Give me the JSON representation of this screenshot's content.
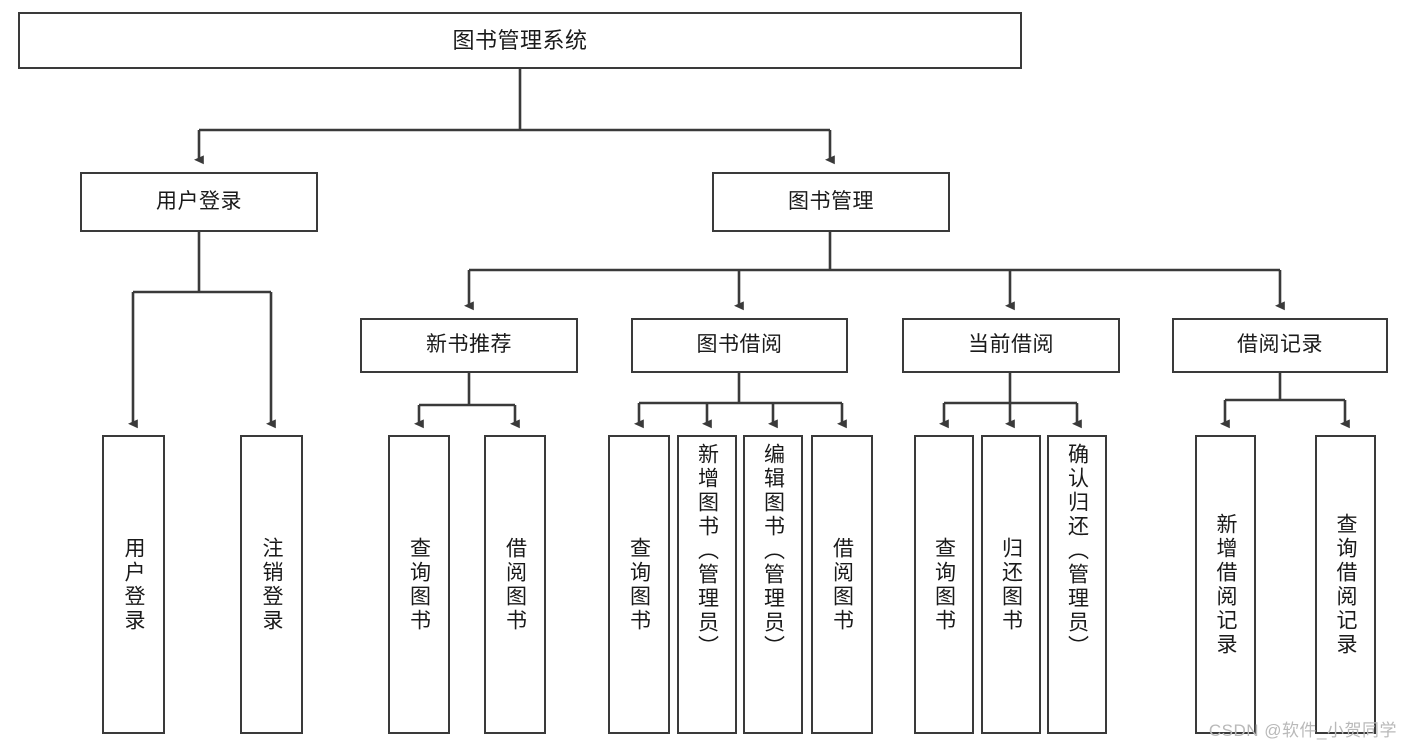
{
  "diagram": {
    "title": "图书管理系统",
    "watermark": "CSDN @软件_小贺同学",
    "line_color": "#3a3a3a",
    "box_fill": "#ffffff",
    "text_color": "#1a1a1a",
    "watermark_color": "#b9b9b9",
    "type": "tree",
    "levels": 4,
    "nodes": {
      "root": "图书管理系统",
      "branch_user_login": "用户登录",
      "branch_book_manage": "图书管理",
      "group_new_book": "新书推荐",
      "group_borrow": "图书借阅",
      "group_current": "当前借阅",
      "group_records": "借阅记录",
      "leaf_user_login": "用户登录",
      "leaf_logout": "注销登录",
      "leaf_query_book_1": "查询图书",
      "leaf_borrow_book_1": "借阅图书",
      "leaf_query_book_2": "查询图书",
      "leaf_add_book_admin": "新增图书（管理员）",
      "leaf_edit_book_admin": "编辑图书（管理员）",
      "leaf_borrow_book_2": "借阅图书",
      "leaf_query_book_3": "查询图书",
      "leaf_return_book": "归还图书",
      "leaf_confirm_return_admin": "确认归还（管理员）",
      "leaf_add_record": "新增借阅记录",
      "leaf_query_record": "查询借阅记录"
    },
    "edges": [
      {
        "from": "root",
        "to": "branch_user_login"
      },
      {
        "from": "root",
        "to": "branch_book_manage"
      },
      {
        "from": "branch_user_login",
        "to": "leaf_user_login"
      },
      {
        "from": "branch_user_login",
        "to": "leaf_logout"
      },
      {
        "from": "branch_book_manage",
        "to": "group_new_book"
      },
      {
        "from": "branch_book_manage",
        "to": "group_borrow"
      },
      {
        "from": "branch_book_manage",
        "to": "group_current"
      },
      {
        "from": "branch_book_manage",
        "to": "group_records"
      },
      {
        "from": "group_new_book",
        "to": "leaf_query_book_1"
      },
      {
        "from": "group_new_book",
        "to": "leaf_borrow_book_1"
      },
      {
        "from": "group_borrow",
        "to": "leaf_query_book_2"
      },
      {
        "from": "group_borrow",
        "to": "leaf_add_book_admin"
      },
      {
        "from": "group_borrow",
        "to": "leaf_edit_book_admin"
      },
      {
        "from": "group_borrow",
        "to": "leaf_borrow_book_2"
      },
      {
        "from": "group_current",
        "to": "leaf_query_book_3"
      },
      {
        "from": "group_current",
        "to": "leaf_return_book"
      },
      {
        "from": "group_current",
        "to": "leaf_confirm_return_admin"
      },
      {
        "from": "group_records",
        "to": "leaf_add_record"
      },
      {
        "from": "group_records",
        "to": "leaf_query_record"
      }
    ]
  }
}
